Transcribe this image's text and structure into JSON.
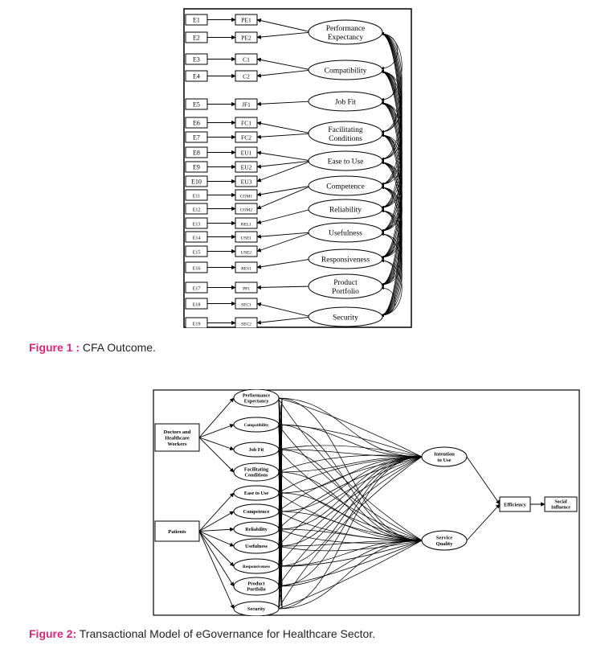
{
  "figure1": {
    "errors": [
      "E1",
      "E2",
      "E3",
      "E4",
      "E5",
      "E6",
      "E7",
      "E8",
      "E9",
      "E10",
      "E11",
      "E12",
      "E13",
      "E14",
      "E15",
      "E16",
      "E17",
      "E18",
      "E19"
    ],
    "indicators": [
      "PE1",
      "PE2",
      "C1",
      "C2",
      "JF1",
      "FC1",
      "FC2",
      "EU1",
      "EU2",
      "EU3",
      "COM1",
      "COM2",
      "REL1",
      "USE1",
      "USE2",
      "RES1",
      "PP1",
      "SEC1",
      "SEC2"
    ],
    "constructs": [
      {
        "lines": [
          "Performance",
          "Expectancy"
        ]
      },
      {
        "lines": [
          "Compatibility"
        ]
      },
      {
        "lines": [
          "Job Fit"
        ]
      },
      {
        "lines": [
          "Facilitating",
          "Conditions"
        ]
      },
      {
        "lines": [
          "Ease to Use"
        ]
      },
      {
        "lines": [
          "Competence"
        ]
      },
      {
        "lines": [
          "Reliability"
        ]
      },
      {
        "lines": [
          "Usefulness"
        ]
      },
      {
        "lines": [
          "Responsiveness"
        ]
      },
      {
        "lines": [
          "Product",
          "Portfolio"
        ]
      },
      {
        "lines": [
          "Security"
        ]
      }
    ],
    "loadings": [
      [
        0,
        0
      ],
      [
        1,
        0
      ],
      [
        2,
        1
      ],
      [
        3,
        1
      ],
      [
        4,
        2
      ],
      [
        5,
        3
      ],
      [
        6,
        3
      ],
      [
        7,
        4
      ],
      [
        8,
        4
      ],
      [
        9,
        4
      ],
      [
        10,
        5
      ],
      [
        11,
        5
      ],
      [
        12,
        6
      ],
      [
        13,
        7
      ],
      [
        14,
        7
      ],
      [
        15,
        8
      ],
      [
        16,
        9
      ],
      [
        17,
        10
      ],
      [
        18,
        10
      ]
    ]
  },
  "caption1": {
    "label": "Figure 1 :",
    "text": " CFA Outcome."
  },
  "figure2": {
    "groups": [
      {
        "lines": [
          "Doctors and",
          "Healthcare",
          "Workers"
        ]
      },
      {
        "lines": [
          "Patients"
        ]
      }
    ],
    "factors": [
      {
        "lines": [
          "Performance",
          "Expectancy"
        ]
      },
      {
        "lines": [
          "Compatibility"
        ]
      },
      {
        "lines": [
          "Job Fit"
        ]
      },
      {
        "lines": [
          "Facilitating",
          "Conditions"
        ]
      },
      {
        "lines": [
          "Ease to Use"
        ]
      },
      {
        "lines": [
          "Competence"
        ]
      },
      {
        "lines": [
          "Reliability"
        ]
      },
      {
        "lines": [
          "Usefulness"
        ]
      },
      {
        "lines": [
          "Responsiveness"
        ]
      },
      {
        "lines": [
          "Product",
          "Portfolio"
        ]
      },
      {
        "lines": [
          "Security"
        ]
      }
    ],
    "outcomes": [
      {
        "lines": [
          "Intention",
          "to Use"
        ]
      },
      {
        "lines": [
          "Service",
          "Quality"
        ]
      }
    ],
    "efficiency": {
      "lines": [
        "Efficiency"
      ]
    },
    "social": {
      "lines": [
        "Social",
        "Influence"
      ]
    }
  },
  "caption2": {
    "label": "Figure 2:",
    "text": " Transactional Model of eGovernance for Healthcare Sector."
  }
}
